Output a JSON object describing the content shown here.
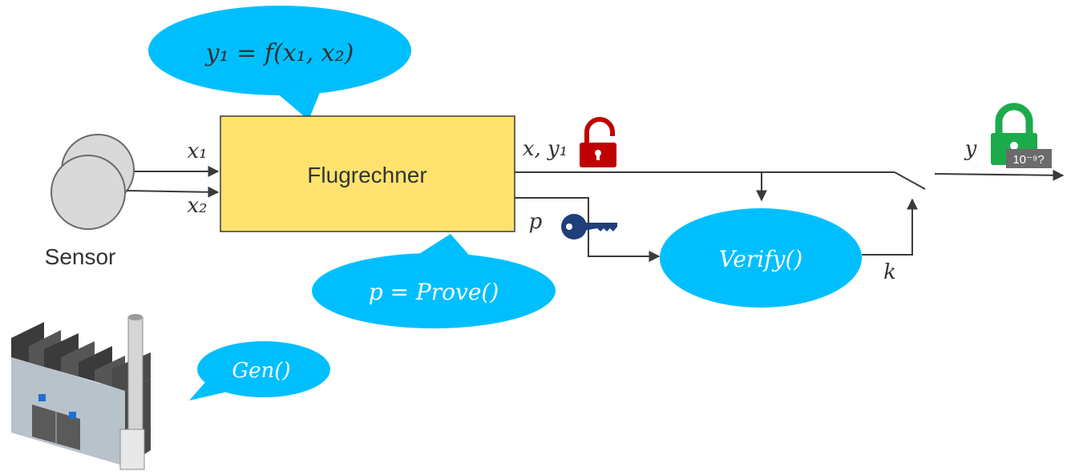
{
  "bubbles": {
    "top": "y₁ = f(x₁, x₂)",
    "prove": "p = Prove()",
    "gen": "Gen()",
    "verify": "Verify()"
  },
  "box": {
    "label": "Flugrechner"
  },
  "sensor": {
    "label": "Sensor"
  },
  "labels": {
    "x1": "x₁",
    "x2": "x₂",
    "xy1": "x, y₁",
    "p": "p",
    "k": "k",
    "y": "y"
  },
  "badge": {
    "text": "10⁻⁹?"
  },
  "icons": {
    "open_lock": "open-padlock-icon",
    "closed_lock": "closed-padlock-icon",
    "key": "key-icon",
    "factory": "factory-icon",
    "sensor": "sensor-icon"
  },
  "colors": {
    "bubble": "#00BFFF",
    "box": "#FFE36E",
    "open_lock": "#C00000",
    "closed_lock": "#1DAA4B",
    "key": "#1F3F7A"
  }
}
